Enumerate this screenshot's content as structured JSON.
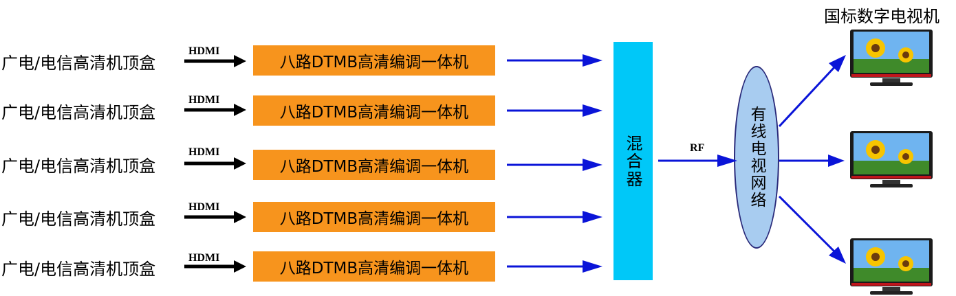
{
  "sources": [
    {
      "label": "广电/电信高清机顶盒",
      "link": "HDMI",
      "encoder": "八路DTMB高清编调一体机"
    },
    {
      "label": "广电/电信高清机顶盒",
      "link": "HDMI",
      "encoder": "八路DTMB高清编调一体机"
    },
    {
      "label": "广电/电信高清机顶盒",
      "link": "HDMI",
      "encoder": "八路DTMB高清编调一体机"
    },
    {
      "label": "广电/电信高清机顶盒",
      "link": "HDMI",
      "encoder": "八路DTMB高清编调一体机"
    },
    {
      "label": "广电/电信高清机顶盒",
      "link": "HDMI",
      "encoder": "八路DTMB高清编调一体机"
    }
  ],
  "mixer": {
    "label": "混合器"
  },
  "rf_label": "RF",
  "network": {
    "label": "有线电视网络"
  },
  "tv_title": "国标数字电视机",
  "colors": {
    "encoder_fill": "#f7941d",
    "mixer_fill": "#00c8f8",
    "network_fill": "#a8ccf0",
    "arrow_blue": "#0a14d8",
    "arrow_black": "#000000"
  }
}
